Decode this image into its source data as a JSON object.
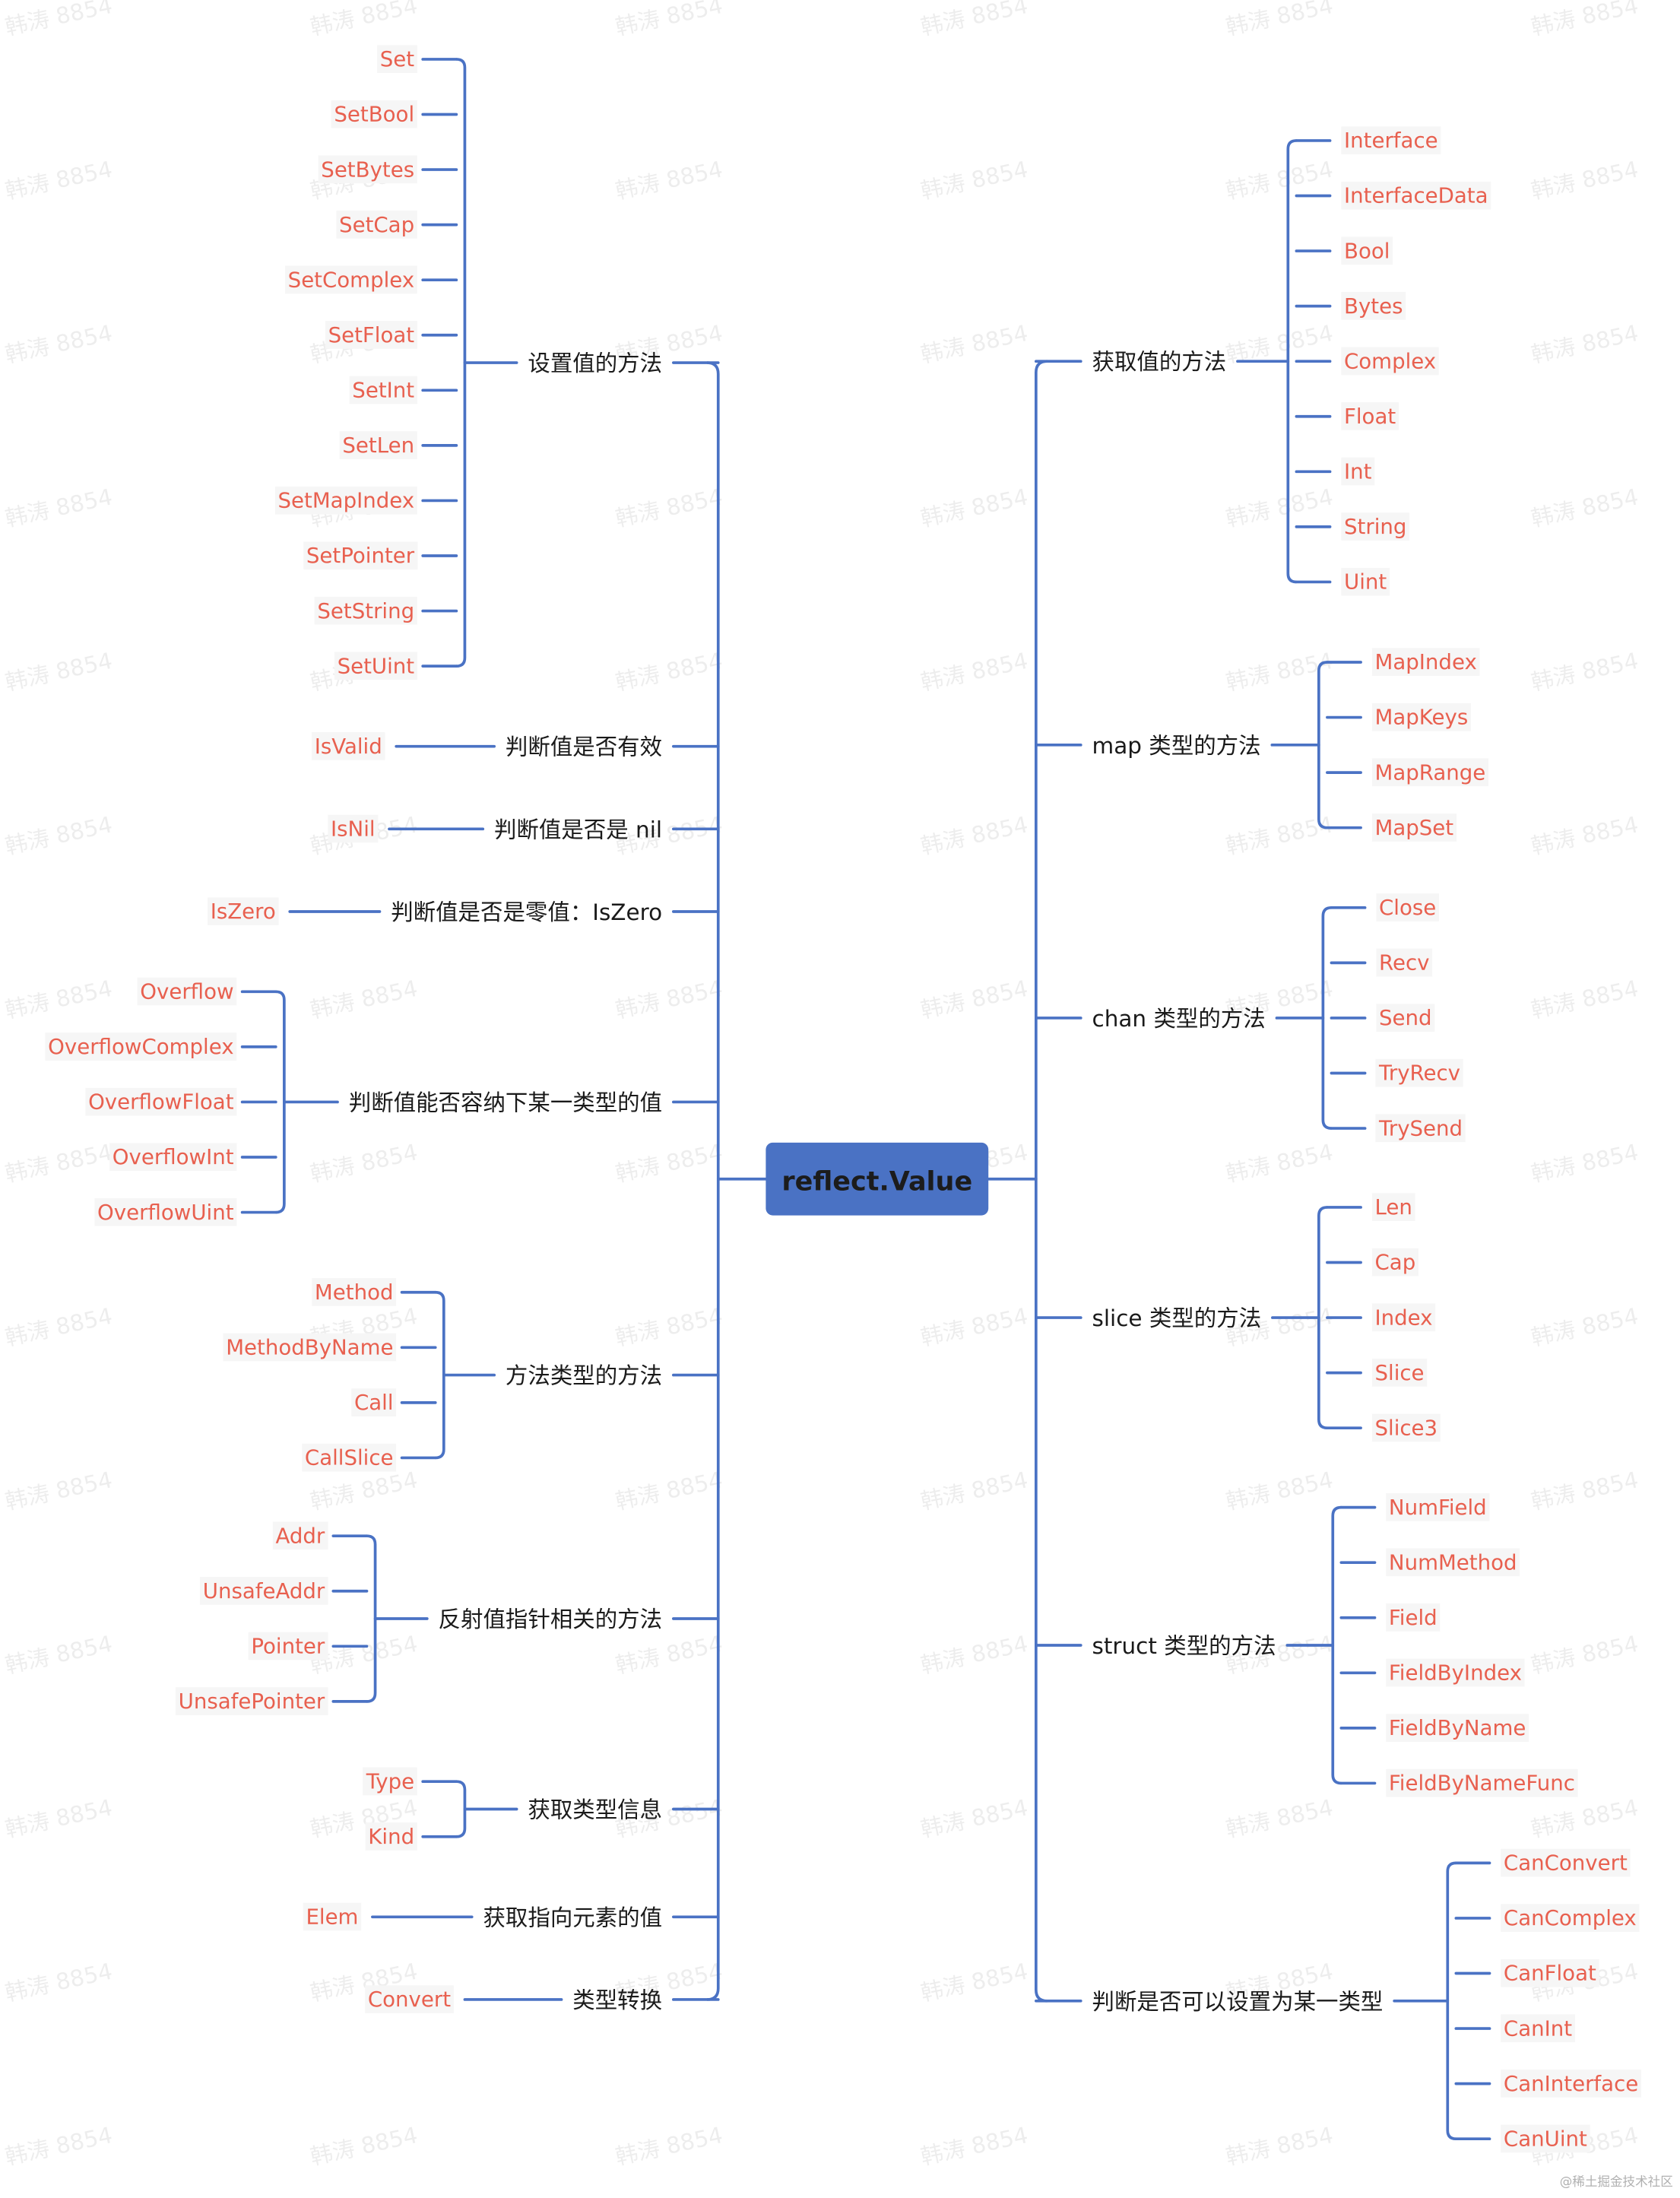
{
  "diagram": {
    "root": "reflect.Value",
    "colors": {
      "line": "#4a72c4",
      "root_fill": "#4a72c4",
      "root_text": "#1c1c1c",
      "category_text": "#1a1a1a",
      "method_text": "#e8604f",
      "method_bg": "#f6f6f6"
    },
    "left": [
      {
        "label": "设置值的方法",
        "items": [
          "Set",
          "SetBool",
          "SetBytes",
          "SetCap",
          "SetComplex",
          "SetFloat",
          "SetInt",
          "SetLen",
          "SetMapIndex",
          "SetPointer",
          "SetString",
          "SetUint"
        ]
      },
      {
        "label": "判断值是否有效",
        "items": [
          "IsValid"
        ]
      },
      {
        "label": "判断值是否是 nil",
        "items": [
          "IsNil"
        ]
      },
      {
        "label": "判断值是否是零值：IsZero",
        "items": [
          "IsZero"
        ]
      },
      {
        "label": "判断值能否容纳下某一类型的值",
        "items": [
          "Overflow",
          "OverflowComplex",
          "OverflowFloat",
          "OverflowInt",
          "OverflowUint"
        ]
      },
      {
        "label": "方法类型的方法",
        "items": [
          "Method",
          "MethodByName",
          "Call",
          "CallSlice"
        ]
      },
      {
        "label": "反射值指针相关的方法",
        "items": [
          "Addr",
          "UnsafeAddr",
          "Pointer",
          "UnsafePointer"
        ]
      },
      {
        "label": "获取类型信息",
        "items": [
          "Type",
          "Kind"
        ]
      },
      {
        "label": "获取指向元素的值",
        "items": [
          "Elem"
        ]
      },
      {
        "label": "类型转换",
        "items": [
          "Convert"
        ]
      }
    ],
    "right": [
      {
        "label": "获取值的方法",
        "items": [
          "Interface",
          "InterfaceData",
          "Bool",
          "Bytes",
          "Complex",
          "Float",
          "Int",
          "String",
          "Uint"
        ]
      },
      {
        "label": "map 类型的方法",
        "items": [
          "MapIndex",
          "MapKeys",
          "MapRange",
          "MapSet"
        ]
      },
      {
        "label": "chan 类型的方法",
        "items": [
          "Close",
          "Recv",
          "Send",
          "TryRecv",
          "TrySend"
        ]
      },
      {
        "label": "slice 类型的方法",
        "items": [
          "Len",
          "Cap",
          "Index",
          "Slice",
          "Slice3"
        ]
      },
      {
        "label": "struct 类型的方法",
        "items": [
          "NumField",
          "NumMethod",
          "Field",
          "FieldByIndex",
          "FieldByName",
          "FieldByNameFunc"
        ]
      },
      {
        "label": "判断是否可以设置为某一类型",
        "items": [
          "CanConvert",
          "CanComplex",
          "CanFloat",
          "CanInt",
          "CanInterface",
          "CanUint"
        ]
      }
    ]
  },
  "watermark": {
    "text": "韩涛 8854",
    "site": "@稀土掘金技术社区"
  }
}
